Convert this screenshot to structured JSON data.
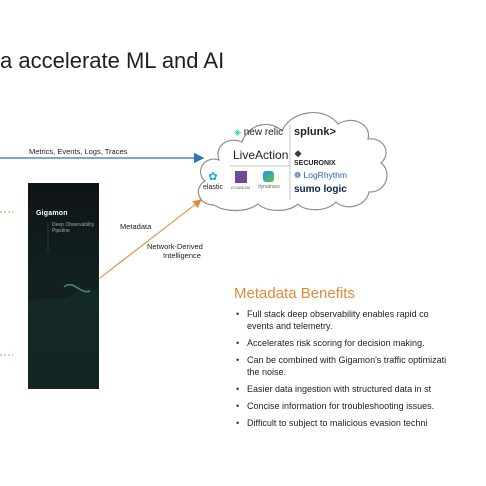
{
  "slide": {
    "title": "a accelerate ML and AI"
  },
  "flow": {
    "top_arrow_label": "Metrics, Events, Logs, Traces",
    "metadata_label": "Metadata",
    "network_label_line1": "Network-Derived",
    "network_label_line2": "Intelligence"
  },
  "panel": {
    "brand": "Gigamon",
    "subtitle": "Deep Observability Pipeline"
  },
  "cloud": {
    "logos": {
      "new_relic": "new relic",
      "splunk": "splunk>",
      "liveaction": "LiveAction",
      "securonix": "SECURONIX",
      "elastic": "elastic",
      "logrhythm": "LogRhythm",
      "sumo_logic": "sumo logic",
      "exabeam": "EXABEAM",
      "dynatrace": "dynatrace"
    }
  },
  "benefits": {
    "title": "Metadata Benefits",
    "items": [
      "Full stack deep observability enables rapid co\nevents and telemetry.",
      "Accelerates risk scoring for decision making.",
      "Can be combined with Gigamon's traffic optimizati\nthe noise.",
      "Easier data ingestion with structured data in st",
      "Concise information for troubleshooting issues.",
      "Difficult to subject to malicious evasion techni"
    ]
  },
  "colors": {
    "blue_arrow": "#2e75b6",
    "orange_arrow": "#e08a3a",
    "benefits_title": "#e08a3a",
    "panel_dark": "#0f1416"
  }
}
